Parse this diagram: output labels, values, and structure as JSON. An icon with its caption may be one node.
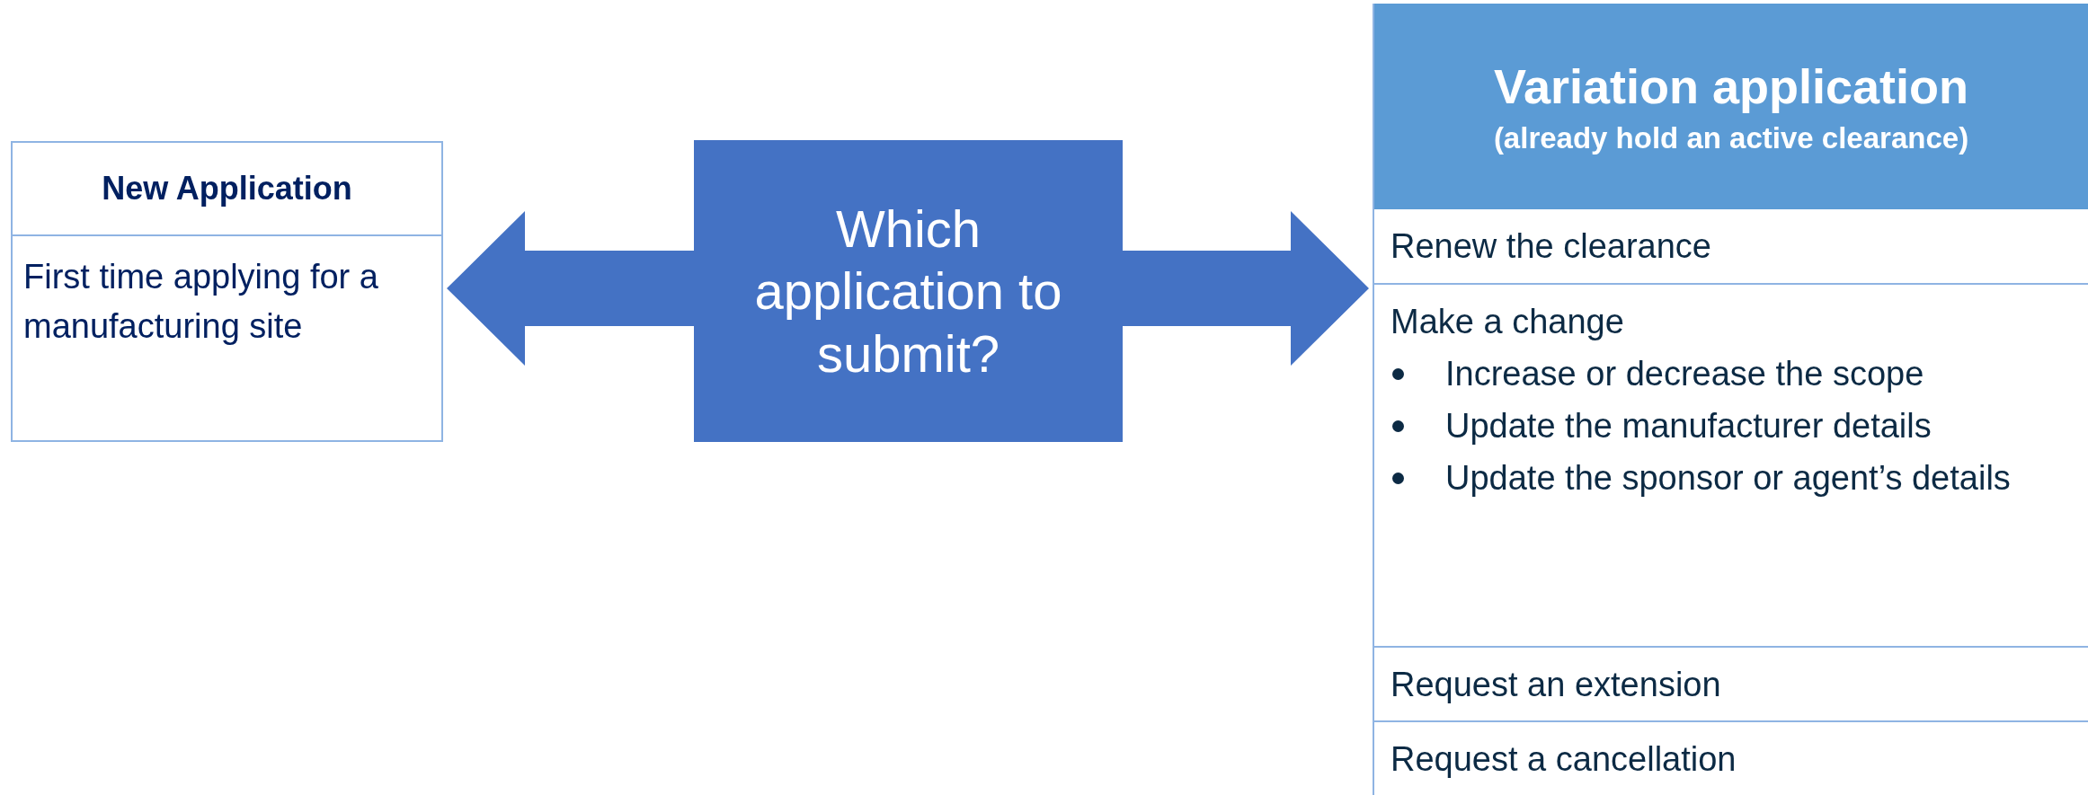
{
  "diagram": {
    "nodes": [
      {
        "text": [
          "New Application",
          "First time applying for a manufacturing site"
        ]
      },
      {
        "text": [
          "Which application to submit?"
        ]
      },
      {
        "text": [
          "Variation application",
          "(already hold an active clearance)"
        ]
      },
      {
        "text": [
          "Renew the clearance"
        ],
        "in": 2
      },
      {
        "text": [
          "Make a change",
          "Increase or decrease the scope",
          "Update the manufacturer details",
          "Update the sponsor or agent’s details"
        ],
        "in": 2
      },
      {
        "text": [
          "Request an extension"
        ],
        "in": 2
      },
      {
        "text": [
          "Request a cancellation"
        ],
        "in": 2
      }
    ],
    "edges": [
      {
        "from": 1,
        "to": 0,
        "arrow": "to"
      },
      {
        "from": 1,
        "to": 2,
        "arrow": "to"
      }
    ]
  }
}
